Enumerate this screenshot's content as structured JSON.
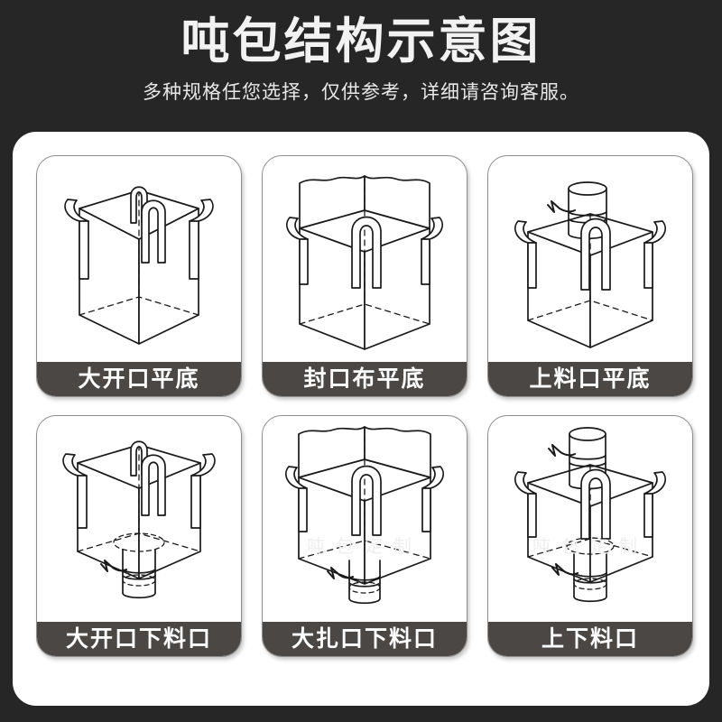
{
  "header": {
    "title": "吨包结构示意图",
    "subtitle": "多种规格任您选择，仅供参考，详细请咨询客服。"
  },
  "colors": {
    "background": "#262626",
    "panel": "#ffffff",
    "label_bar": "#4a4745",
    "label_text": "#ffffff",
    "card_border": "#8d8d8d",
    "line_art": "#1a1a1a",
    "title_text": "#f2f2f2"
  },
  "cards": [
    {
      "label": "大开口平底",
      "top_style": "open-top",
      "bottom_style": "flat-bottom",
      "loops": 4,
      "watermark": ""
    },
    {
      "label": "封口布平底",
      "top_style": "closure-cloth",
      "bottom_style": "flat-bottom",
      "loops": 4,
      "watermark": ""
    },
    {
      "label": "上料口平底",
      "top_style": "fill-spout",
      "bottom_style": "flat-bottom",
      "loops": 4,
      "watermark": ""
    },
    {
      "label": "大开口下料口",
      "top_style": "open-top",
      "bottom_style": "discharge-spout",
      "loops": 4,
      "watermark": ""
    },
    {
      "label": "大扎口下料口",
      "top_style": "closure-cloth",
      "bottom_style": "discharge-spout",
      "loops": 4,
      "watermark": "吨包定制"
    },
    {
      "label": "上下料口",
      "top_style": "fill-spout",
      "bottom_style": "discharge-spout",
      "loops": 4,
      "watermark": "吨包定制"
    }
  ]
}
